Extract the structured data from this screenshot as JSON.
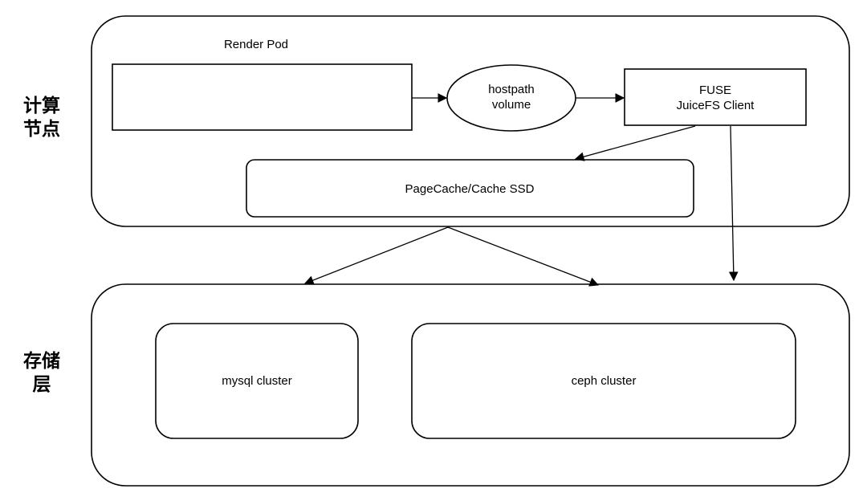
{
  "compute_layer": {
    "label_line1": "计算",
    "label_line2": "节点",
    "render_pod": "Render Pod",
    "hostpath_line1": "hostpath",
    "hostpath_line2": "volume",
    "fuse_line1": "FUSE",
    "fuse_line2": "JuiceFS Client",
    "cache": "PageCache/Cache SSD"
  },
  "storage_layer": {
    "label_line1": "存储",
    "label_line2": "层",
    "mysql": "mysql cluster",
    "ceph": "ceph cluster"
  }
}
